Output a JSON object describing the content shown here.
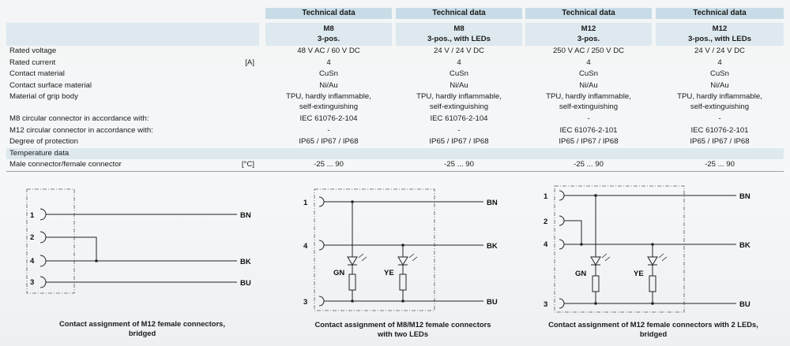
{
  "table": {
    "header_label": "Technical data",
    "columns": [
      {
        "line1": "M8",
        "line2": "3-pos."
      },
      {
        "line1": "M8",
        "line2": "3-pos., with LEDs"
      },
      {
        "line1": "M12",
        "line2": "3-pos."
      },
      {
        "line1": "M12",
        "line2": "3-pos., with LEDs"
      }
    ],
    "rows": [
      {
        "label": "Rated voltage",
        "unit": "",
        "values": [
          "48 V AC /  60 V DC",
          "24 V /  24 V DC",
          "250 V AC /  250 V DC",
          "24 V /  24 V DC"
        ]
      },
      {
        "label": "Rated current",
        "unit": "[A]",
        "values": [
          "4",
          "4",
          "4",
          "4"
        ]
      },
      {
        "label": "Contact material",
        "unit": "",
        "values": [
          "CuSn",
          "CuSn",
          "CuSn",
          "CuSn"
        ]
      },
      {
        "label": "Contact surface material",
        "unit": "",
        "values": [
          "Ni/Au",
          "Ni/Au",
          "Ni/Au",
          "Ni/Au"
        ]
      },
      {
        "label": "Material of grip body",
        "unit": "",
        "values_line1": [
          "TPU, hardly inflammable,",
          "TPU, hardly inflammable,",
          "TPU, hardly inflammable,",
          "TPU, hardly inflammable,"
        ],
        "values_line2": [
          "self-extinguishing",
          "self-extinguishing",
          "self-extinguishing",
          "self-extinguishing"
        ]
      },
      {
        "label": "M8 circular connector in accordance with:",
        "unit": "",
        "values": [
          "IEC 61076-2-104",
          "IEC 61076-2-104",
          "-",
          "-"
        ]
      },
      {
        "label": "M12 circular connector in accordance with:",
        "unit": "",
        "values": [
          "-",
          "-",
          "IEC 61076-2-101",
          "IEC 61076-2-101"
        ]
      },
      {
        "label": "Degree of protection",
        "unit": "",
        "values": [
          "IP65 / IP67 / IP68",
          "IP65 / IP67 / IP68",
          "IP65 / IP67 / IP68",
          "IP65 / IP67 / IP68"
        ]
      },
      {
        "label": "Temperature data",
        "unit": "",
        "values": [
          "",
          "",
          "",
          ""
        ]
      },
      {
        "label": "Male connector/female connector",
        "unit": "[°C]",
        "values": [
          "-25 ... 90",
          "-25 ... 90",
          "-25 ... 90",
          "-25 ... 90"
        ]
      }
    ]
  },
  "diagrams": [
    {
      "caption_line1": "Contact assignment of M12 female connectors,",
      "caption_line2": "bridged",
      "pins": [
        "1",
        "2",
        "4",
        "3"
      ],
      "wires": [
        "BN",
        "BK",
        "BU"
      ]
    },
    {
      "caption_line1": "Contact assignment of M8/M12 female connectors",
      "caption_line2": "with two LEDs",
      "pins": [
        "1",
        "4",
        "3"
      ],
      "wires": [
        "BN",
        "BK",
        "BU"
      ],
      "leds": [
        "GN",
        "YE"
      ]
    },
    {
      "caption_line1": "Contact assignment of M12 female connectors with 2 LEDs,",
      "caption_line2": "bridged",
      "pins": [
        "1",
        "2",
        "4",
        "3"
      ],
      "wires": [
        "BN",
        "BK",
        "BU"
      ],
      "leds": [
        "GN",
        "YE"
      ]
    }
  ]
}
